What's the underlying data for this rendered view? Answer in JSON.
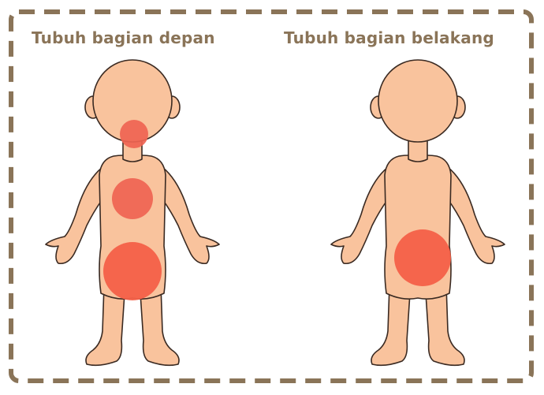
{
  "titles": {
    "front": "Tubuh bagian depan",
    "back": "Tubuh bagian belakang"
  },
  "colors": {
    "border": "#8a7458",
    "title_text": "#8a7458",
    "skin": "#f9c39d",
    "outline": "#3a2a22",
    "spot_small": "#ef6453",
    "spot_large": "#f46048"
  },
  "figures": {
    "front": {
      "spots": [
        "neck",
        "chest",
        "lower-abdomen"
      ]
    },
    "back": {
      "spots": [
        "lower-back"
      ]
    }
  }
}
